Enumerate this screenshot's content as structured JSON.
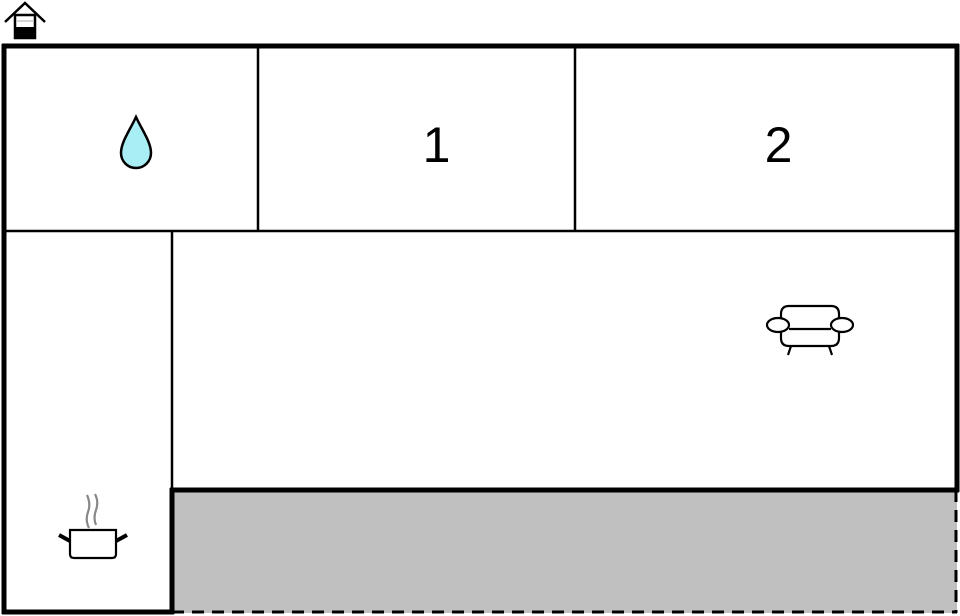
{
  "diagram": {
    "type": "floor-plan",
    "entrance_icon": "house-entrance-icon",
    "colors": {
      "wall": "#000000",
      "background": "#ffffff",
      "terrace_fill": "#c0c0c0",
      "water_drop_fill": "#aaeef5"
    },
    "rooms": [
      {
        "id": "bathroom",
        "icon": "water-drop-icon",
        "label": ""
      },
      {
        "id": "bedroom-1",
        "icon": "",
        "label": "1"
      },
      {
        "id": "bedroom-2",
        "icon": "",
        "label": "2"
      },
      {
        "id": "living-room",
        "icon": "sofa-icon",
        "label": ""
      },
      {
        "id": "kitchen",
        "icon": "cooking-pot-icon",
        "label": ""
      },
      {
        "id": "terrace",
        "icon": "",
        "label": ""
      }
    ]
  }
}
